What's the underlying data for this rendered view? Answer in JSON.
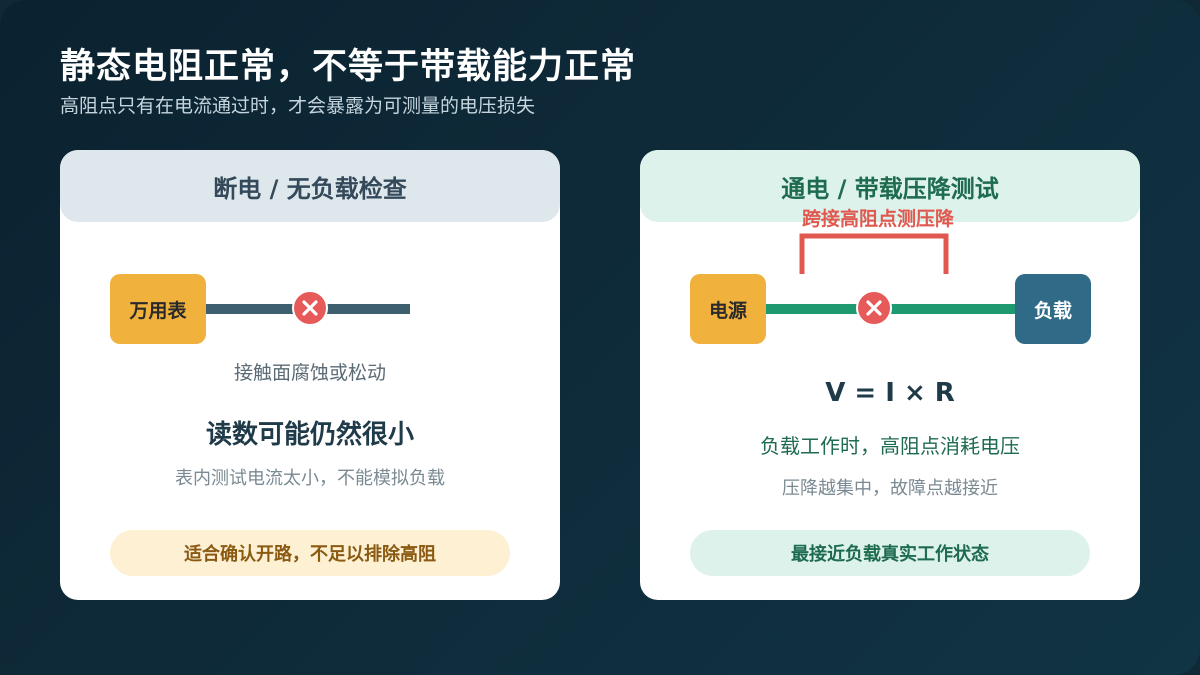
{
  "header": {
    "title": "静态电阻正常，不等于带载能力正常",
    "subtitle": "高阻点只有在电流通过时，才会暴露为可测量的电压损失"
  },
  "left_card": {
    "title": "断电 / 无负载检查",
    "meter_label": "万用表",
    "contact_note": "接触面腐蚀或松动",
    "main_text": "读数可能仍然很小",
    "detail_text": "表内测试电流太小，不能模拟负载",
    "pill_text": "适合确认开路，不足以排除高阻",
    "colors": {
      "wire": "#3d5f6e",
      "pill_bg": "#fdf0d3",
      "pill_text": "#8a5a12"
    }
  },
  "right_card": {
    "title": "通电 / 带载压降测试",
    "bracket_label": "跨接高阻点测压降",
    "source_label": "电源",
    "load_label": "负载",
    "formula": "V = I × R",
    "main_text": "负载工作时，高阻点消耗电压",
    "detail_text": "压降越集中，故障点越接近",
    "pill_text": "最接近负载真实工作状态",
    "colors": {
      "wire": "#1e9a70",
      "bracket": "#e0584f",
      "pill_bg": "#dcf2ea",
      "pill_text": "#1e6b50"
    }
  },
  "icons": {
    "fault": "x-circle-icon"
  }
}
